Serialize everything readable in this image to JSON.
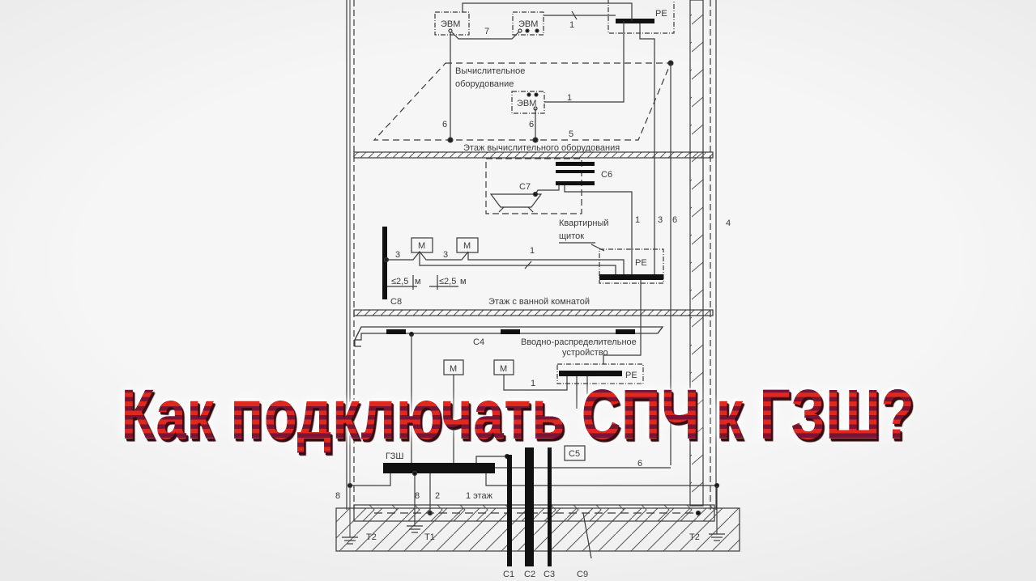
{
  "title": "Как подключать СПЧ к ГЗШ?",
  "colors": {
    "background": "#f6f6f6",
    "line": "#3a3a3a",
    "title_stripe_red": "#e0281c",
    "title_stripe_maroon": "#7a1436"
  },
  "diagram": {
    "floors": {
      "computing": "Этаж вычислительного  оборудования",
      "bathroom": "Этаж с ванной комнатой",
      "ground": "1 этаж"
    },
    "computing_floor": {
      "area_label_line1": "Вычислительное",
      "area_label_line2": "оборудование",
      "evm_label": "ЭВМ",
      "pe_label": "PE",
      "wire_labels": [
        "7",
        "1",
        "1",
        "6",
        "6",
        "5"
      ]
    },
    "bathroom_floor": {
      "c6": "C6",
      "c7": "C7",
      "c8": "C8",
      "panel_line1": "Квартирный",
      "panel_line2": "щиток",
      "pe_label": "PE",
      "m_label": "M",
      "wire_labels": [
        "3",
        "3",
        "1",
        "1",
        "3",
        "6",
        "4"
      ],
      "dist1": "≤2,5",
      "dist_unit": "м",
      "dist2": "≤2,5"
    },
    "ground_floor": {
      "c4": "C4",
      "vru_line1": "Вводно-распределительное",
      "vru_line2": "устройство",
      "pe_label": "PE",
      "m_label": "M",
      "gzsh": "ГЗШ",
      "c5": "C5",
      "wire_labels": [
        "1",
        "6",
        "8",
        "8",
        "2"
      ],
      "t1": "T1",
      "t2": "T2",
      "c1": "C1",
      "c2": "C2",
      "c3": "C3",
      "c9": "C9"
    }
  }
}
